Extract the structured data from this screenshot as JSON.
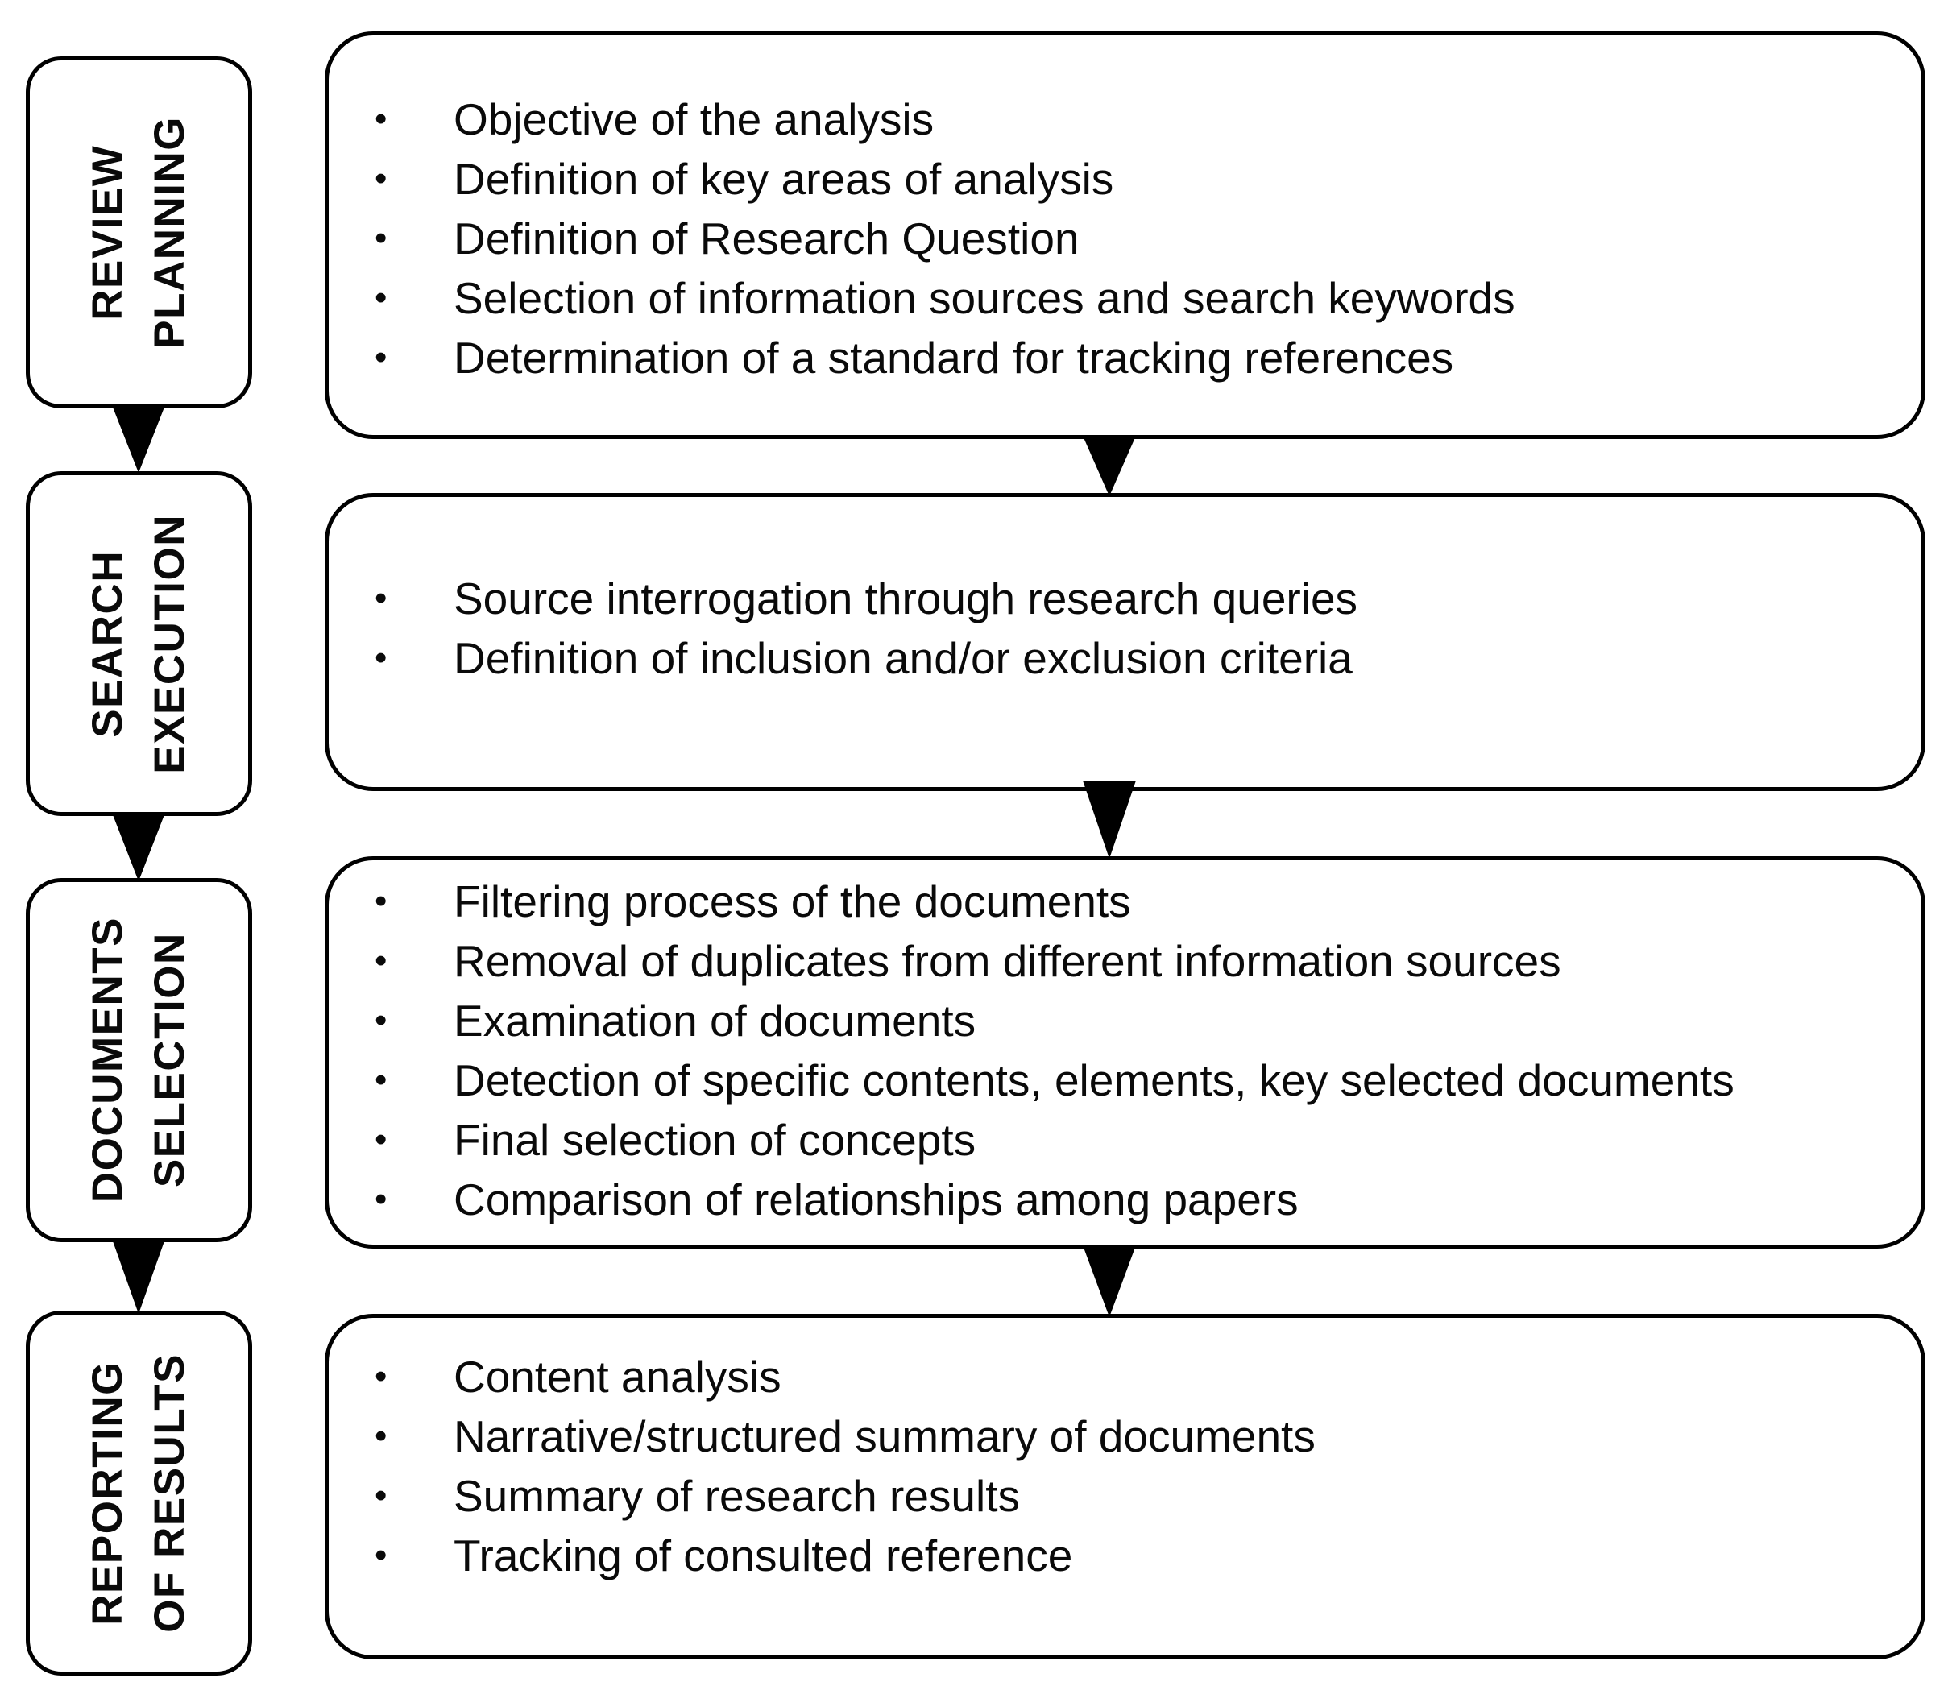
{
  "colors": {
    "ink": "#000000",
    "background": "#ffffff"
  },
  "bullet_char": "•",
  "icons": {
    "flow_arrow": "down-triangle"
  },
  "stages": [
    {
      "id": "review-planning",
      "label_lines": [
        "REVIEW",
        "PLANNING"
      ],
      "bullets": [
        "Objective of the analysis",
        "Definition of key areas of analysis",
        "Definition of Research Question",
        "Selection of information sources and search keywords",
        "Determination of a standard for tracking  references"
      ]
    },
    {
      "id": "search-execution",
      "label_lines": [
        "SEARCH",
        "EXECUTION"
      ],
      "bullets": [
        "Source interrogation through research queries",
        "Definition of inclusion and/or exclusion criteria"
      ]
    },
    {
      "id": "documents-selection",
      "label_lines": [
        "DOCUMENTS",
        "SELECTION"
      ],
      "bullets": [
        "Filtering process of the documents",
        "Removal of duplicates from different information sources",
        "Examination of documents",
        "Detection of specific contents, elements, key selected documents",
        "Final selection of concepts",
        "Comparison of relationships among papers"
      ]
    },
    {
      "id": "reporting-of-results",
      "label_lines": [
        "REPORTING",
        "OF RESULTS"
      ],
      "bullets": [
        "Content analysis",
        "Narrative/structured  summary of documents",
        "Summary of research results",
        "Tracking of consulted reference"
      ]
    }
  ]
}
